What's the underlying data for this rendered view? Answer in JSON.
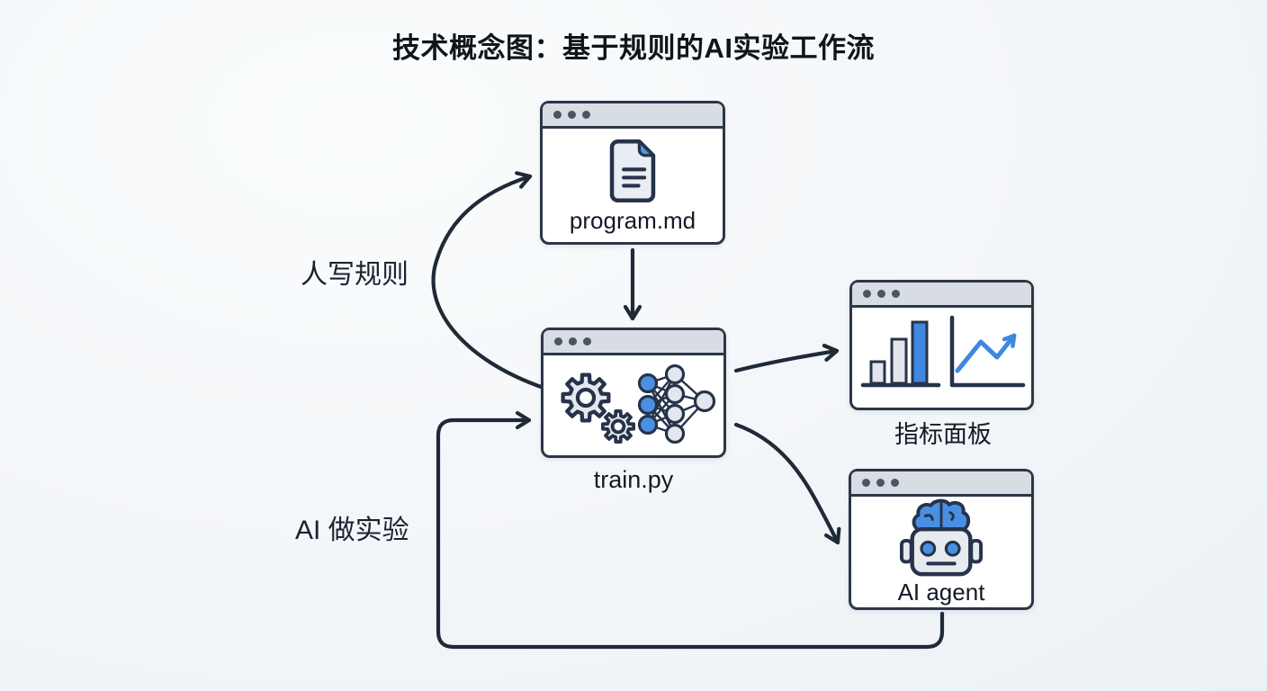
{
  "title": "技术概念图：基于规则的AI实验工作流",
  "nodes": {
    "program_md": {
      "label": "program.md",
      "icon": "document-icon"
    },
    "train_py": {
      "label": "train.py",
      "icons": [
        "gears-icon",
        "neural-network-icon"
      ]
    },
    "metrics_panel": {
      "label": "指标面板",
      "icon": "bar-and-line-chart-icon"
    },
    "ai_agent": {
      "label": "AI agent",
      "icon": "robot-icon"
    }
  },
  "edges": {
    "human_writes_rules": {
      "label": "人写规则",
      "from": "human",
      "to": "program_md"
    },
    "program_to_train": {
      "from": "program_md",
      "to": "train_py"
    },
    "train_to_metrics": {
      "from": "train_py",
      "to": "metrics_panel"
    },
    "train_to_agent": {
      "from": "train_py",
      "to": "ai_agent"
    },
    "ai_experiment_loop": {
      "label": "AI 做实验",
      "from": "ai_agent",
      "to": "train_py"
    }
  },
  "colors": {
    "background": "#f2f5f8",
    "ink": "#2b3748",
    "arrow": "#1f2a38",
    "accent_blue": "#4a90e2",
    "titlebar_fill": "#d8dde3",
    "titlebar_dot": "#4b5665",
    "icon_fill": "#e5e9ef"
  }
}
